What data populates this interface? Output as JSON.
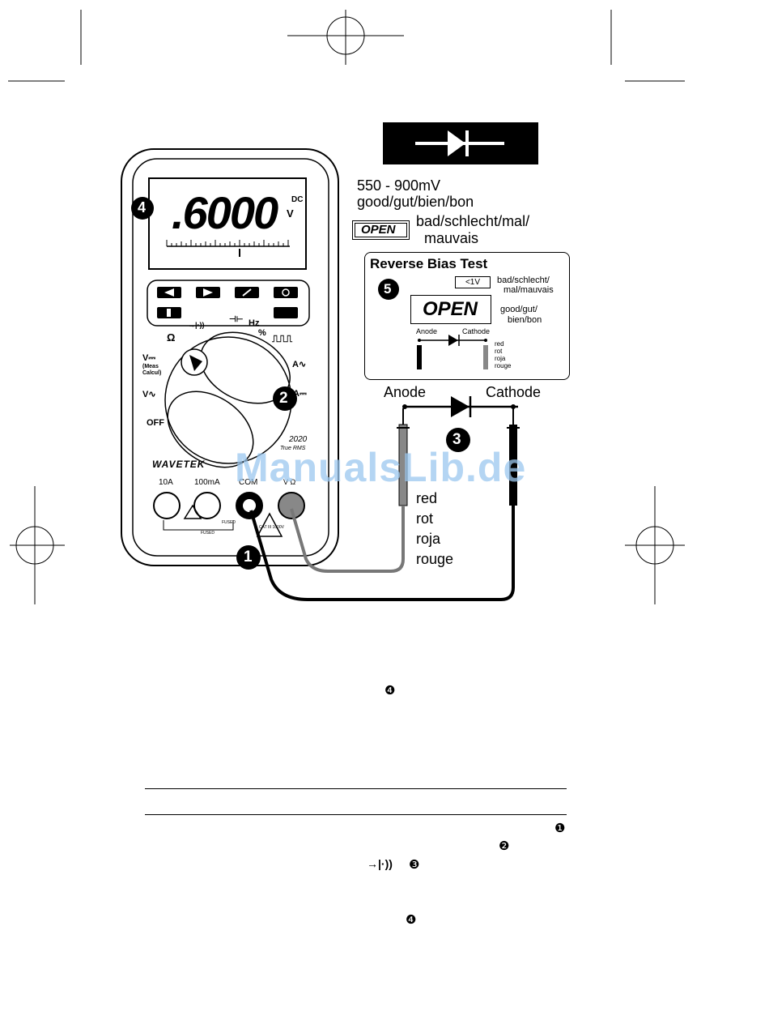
{
  "meter": {
    "display_reading": ".6000",
    "display_unit": "V",
    "display_mode": "DC",
    "brand": "WAVETEK",
    "model": "2020",
    "model_sub": "True RMS",
    "dial_labels": {
      "ohm": "Ω",
      "diode": "→|·))",
      "cap": "⊣⊢",
      "hz": "Hz",
      "pct": "%",
      "pulse": "⎍⎍⎍",
      "vdc": "V⎓",
      "vdc_sub": "(Meas Calcul)",
      "vac": "V∿",
      "aac": "A∿",
      "adc": "A⎓",
      "off": "OFF"
    },
    "jacks": [
      "10A",
      "100mA",
      "COM",
      "V Ω"
    ],
    "fused_label": "FUSED",
    "fused_label2": "FUSED",
    "cat_label": "CAT III 1000V"
  },
  "legend": {
    "good_range": "550 - 900mV",
    "good_label": "good/gut/bien/bon",
    "open_text": "OPEN",
    "bad_label_1": "bad/schlecht/mal/",
    "bad_label_2": "mauvais"
  },
  "reverse_bias": {
    "title": "Reverse Bias Test",
    "threshold": "<1V",
    "bad_1": "bad/schlecht/",
    "bad_2": "mal/mauvais",
    "open_text": "OPEN",
    "good_1": "good/gut/",
    "good_2": "bien/bon",
    "anode": "Anode",
    "cathode": "Cathode",
    "colors": [
      "red",
      "rot",
      "roja",
      "rouge"
    ]
  },
  "circuit": {
    "anode": "Anode",
    "cathode": "Cathode",
    "lead_colors": [
      "red",
      "rot",
      "roja",
      "rouge"
    ]
  },
  "steps": {
    "s1": "1",
    "s2": "2",
    "s3": "3",
    "s4": "4",
    "s5": "5"
  },
  "text_markers": {
    "m4_top": "❹",
    "m1": "❶",
    "m2": "❷",
    "m3": "❸",
    "m4_bottom": "❹",
    "diode_symbol": "→|·))"
  },
  "watermark": "ManualsLib.de"
}
